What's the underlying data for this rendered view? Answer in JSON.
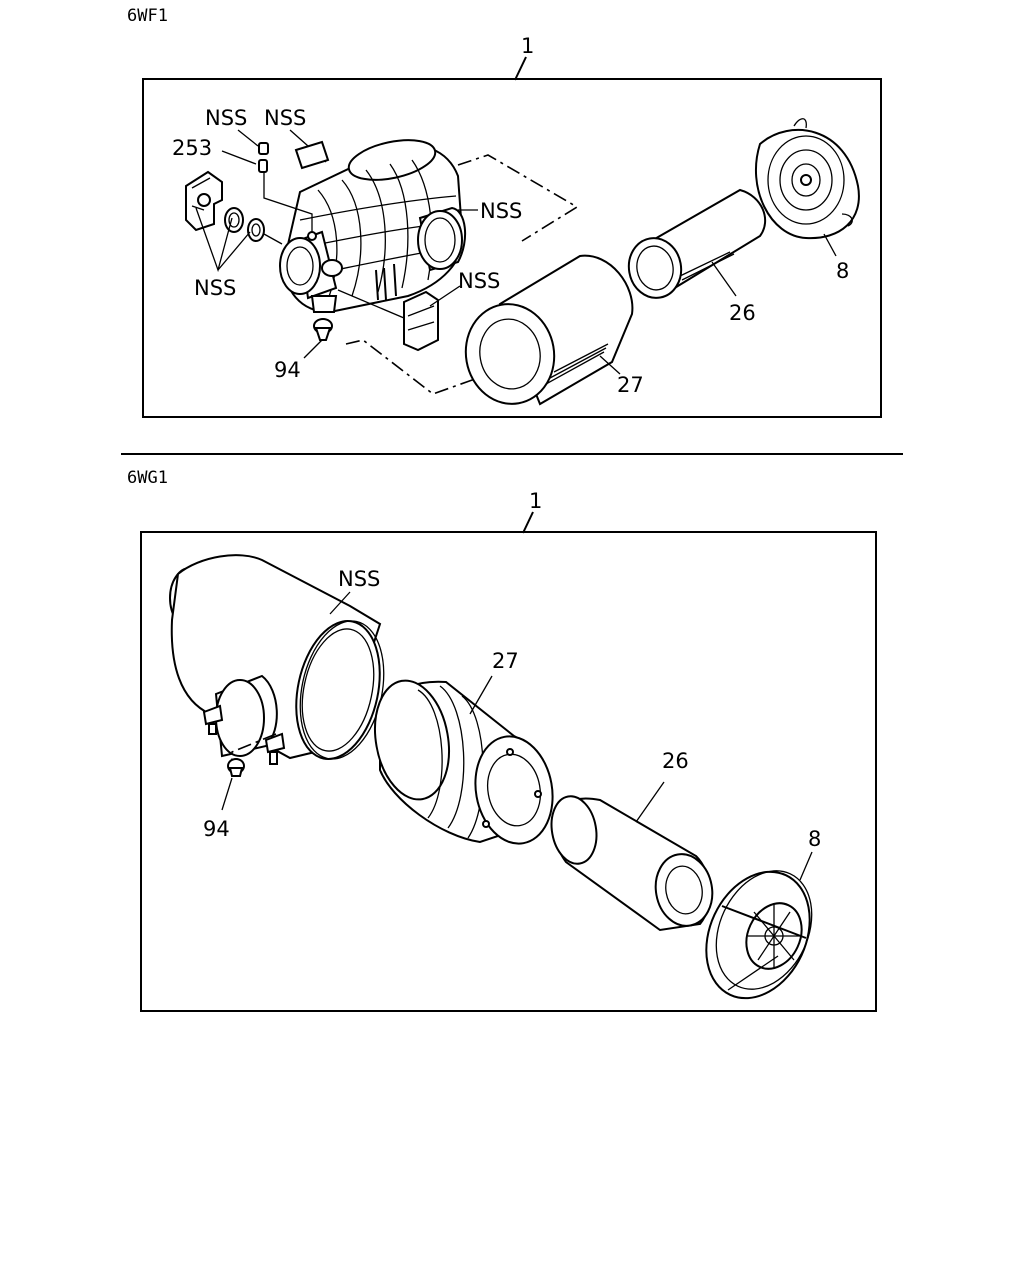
{
  "sections": [
    {
      "code": "6WF1",
      "assembly_callout": "1",
      "labels": {
        "nss_cap_a": "NSS",
        "nss_label_plate": "NSS",
        "part_253": "253",
        "nss_outlet": "NSS",
        "nss_bracket_left": "NSS",
        "nss_bracket_right": "NSS",
        "part_94": "94",
        "part_27": "27",
        "part_26": "26",
        "part_8": "8"
      }
    },
    {
      "code": "6WG1",
      "assembly_callout": "1",
      "labels": {
        "nss_housing": "NSS",
        "part_27": "27",
        "part_26": "26",
        "part_8": "8",
        "part_94": "94"
      }
    }
  ]
}
